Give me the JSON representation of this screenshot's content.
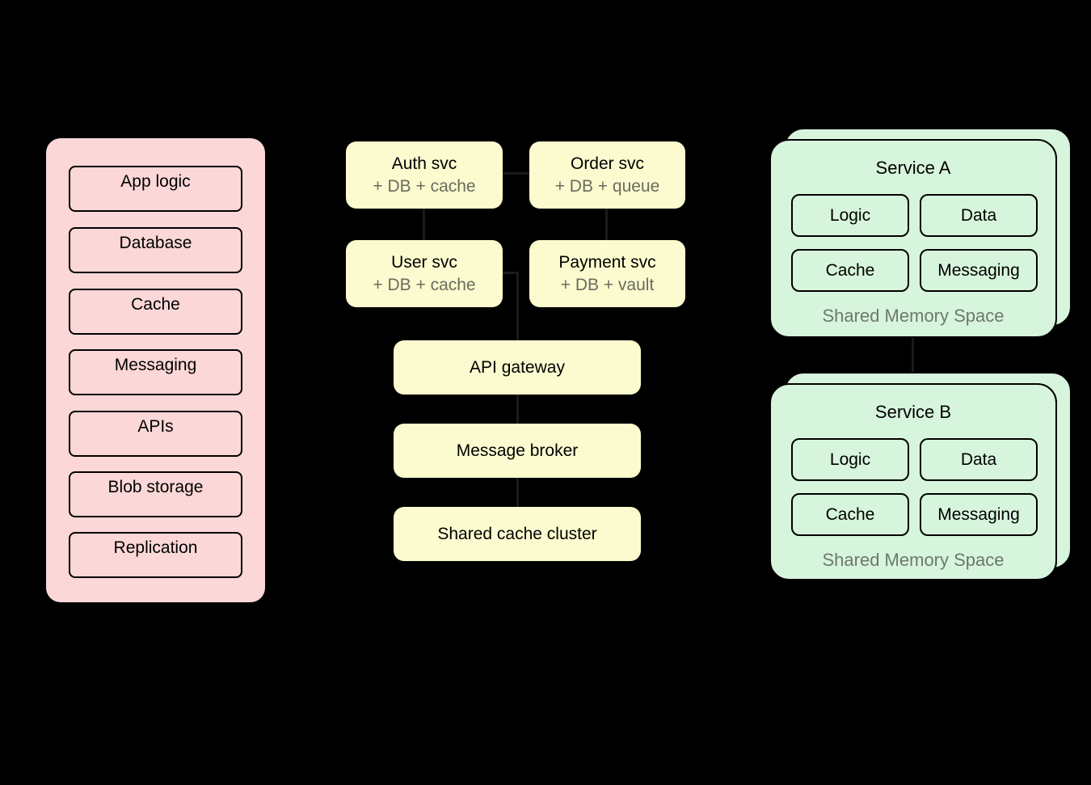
{
  "diagram": {
    "left_panel": {
      "items": [
        "App logic",
        "Database",
        "Cache",
        "Messaging",
        "APIs",
        "Blob storage",
        "Replication"
      ]
    },
    "middle": {
      "services": [
        {
          "name": "Auth svc",
          "detail": "+ DB + cache"
        },
        {
          "name": "Order svc",
          "detail": "+ DB + queue"
        },
        {
          "name": "User svc",
          "detail": "+ DB + cache"
        },
        {
          "name": "Payment svc",
          "detail": "+ DB + vault"
        }
      ],
      "shared_nodes": [
        "API gateway",
        "Message broker",
        "Shared cache cluster"
      ]
    },
    "right_panels": [
      {
        "title": "Service A",
        "modules": [
          "Logic",
          "Data",
          "Cache",
          "Messaging"
        ],
        "footer": "Shared Memory Space"
      },
      {
        "title": "Service B",
        "modules": [
          "Logic",
          "Data",
          "Cache",
          "Messaging"
        ],
        "footer": "Shared Memory Space"
      }
    ],
    "colors": {
      "background": "#000000",
      "pink_fill": "#FBD7D7",
      "yellow_fill": "#FBFBCF",
      "green_fill": "#D7F5DC",
      "node_border": "#000000",
      "muted_detail_text": "#6B6B60",
      "footer_text": "#6D786F",
      "connector": "#1B1B1B"
    }
  }
}
